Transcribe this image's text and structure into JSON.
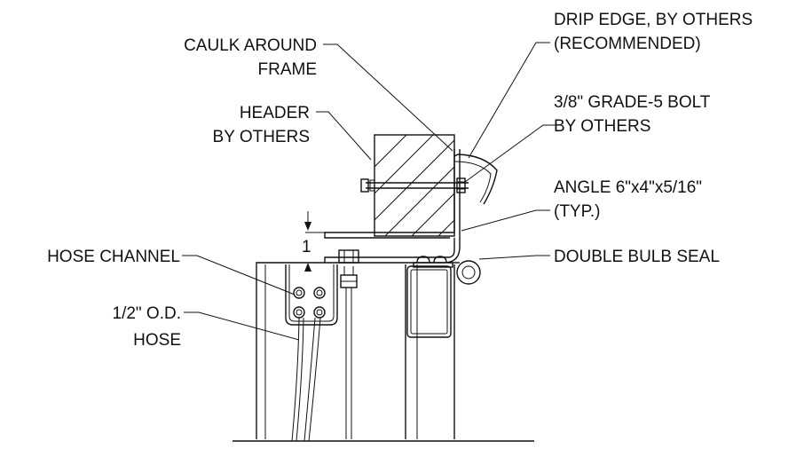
{
  "labels": {
    "caulk_1": "CAULK AROUND",
    "caulk_2": "FRAME",
    "header_1": "HEADER",
    "header_2": "BY OTHERS",
    "drip_1": "DRIP EDGE, BY OTHERS",
    "drip_2": "(RECOMMENDED)",
    "bolt_1": "3/8\" GRADE-5 BOLT",
    "bolt_2": "BY OTHERS",
    "angle_1": "ANGLE 6\"x4\"x5/16\"",
    "angle_2": "(TYP.)",
    "seal": "DOUBLE BULB SEAL",
    "hose_channel": "HOSE CHANNEL",
    "hose_1": "1/2\" O.D.",
    "hose_2": "HOSE",
    "dimension": "1"
  }
}
